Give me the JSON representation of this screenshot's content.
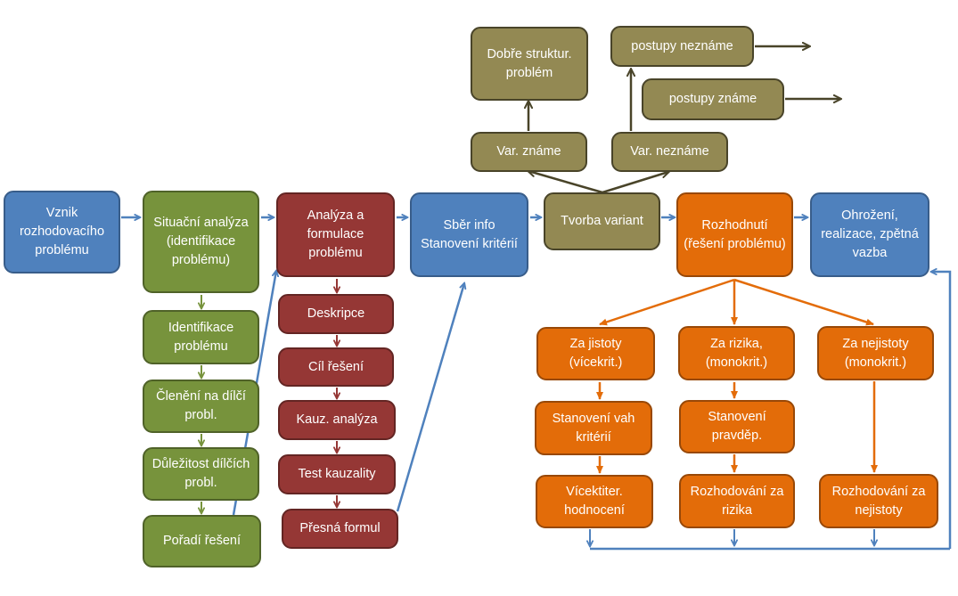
{
  "colors": {
    "blue": "#4f81bd",
    "green": "#77933c",
    "dark_red": "#953735",
    "olive": "#938953",
    "orange": "#e36c09",
    "arrow_blue": "#4f81bd",
    "arrow_green": "#77933c",
    "arrow_red": "#953735",
    "arrow_olive": "#494429",
    "arrow_orange": "#e36c09"
  },
  "nodes": {
    "vznik": "Vznik rozhodovacího problému",
    "situacni": "Situační analýza (identifikace problému)",
    "identifikace": "Identifikace problému",
    "cleneni": "Členění na dílčí probl.",
    "dulezitost": "Důležitost dílčích probl.",
    "poradi": "Pořadí řešení",
    "analyza": "Analýza a formulace problému",
    "deskripce": "Deskripce",
    "cil": "Cíl řešení",
    "kauz": "Kauz. analýza",
    "test": "Test kauzality",
    "presna": "Přesná formul",
    "sber_line1": "Sběr info",
    "sber_line2": "Stanovení kritérií",
    "tvorba": "Tvorba variant",
    "var_zname": "Var. známe",
    "var_nezname": "Var. neznáme",
    "dobre": "Dobře struktur. problém",
    "postupy_nezname": "postupy neznáme",
    "postupy_zname": "postupy známe",
    "rozhodnuti": "Rozhodnutí (řešení problému)",
    "ohrozeni": "Ohrožení, realizace, zpětná vazba",
    "za_jistoty": "Za jistoty (vícekrit.)",
    "za_rizika": "Za rizika, (monokrit.)",
    "za_nejistoty": "Za nejistoty (monokrit.)",
    "vah": "Stanovení vah kritérií",
    "pravdep": "Stanovení pravděp.",
    "vicekrit": "Vícektiter. hodnocení",
    "rozh_rizika": "Rozhodování za rizika",
    "rozh_nejistoty": "Rozhodování za nejistoty"
  }
}
